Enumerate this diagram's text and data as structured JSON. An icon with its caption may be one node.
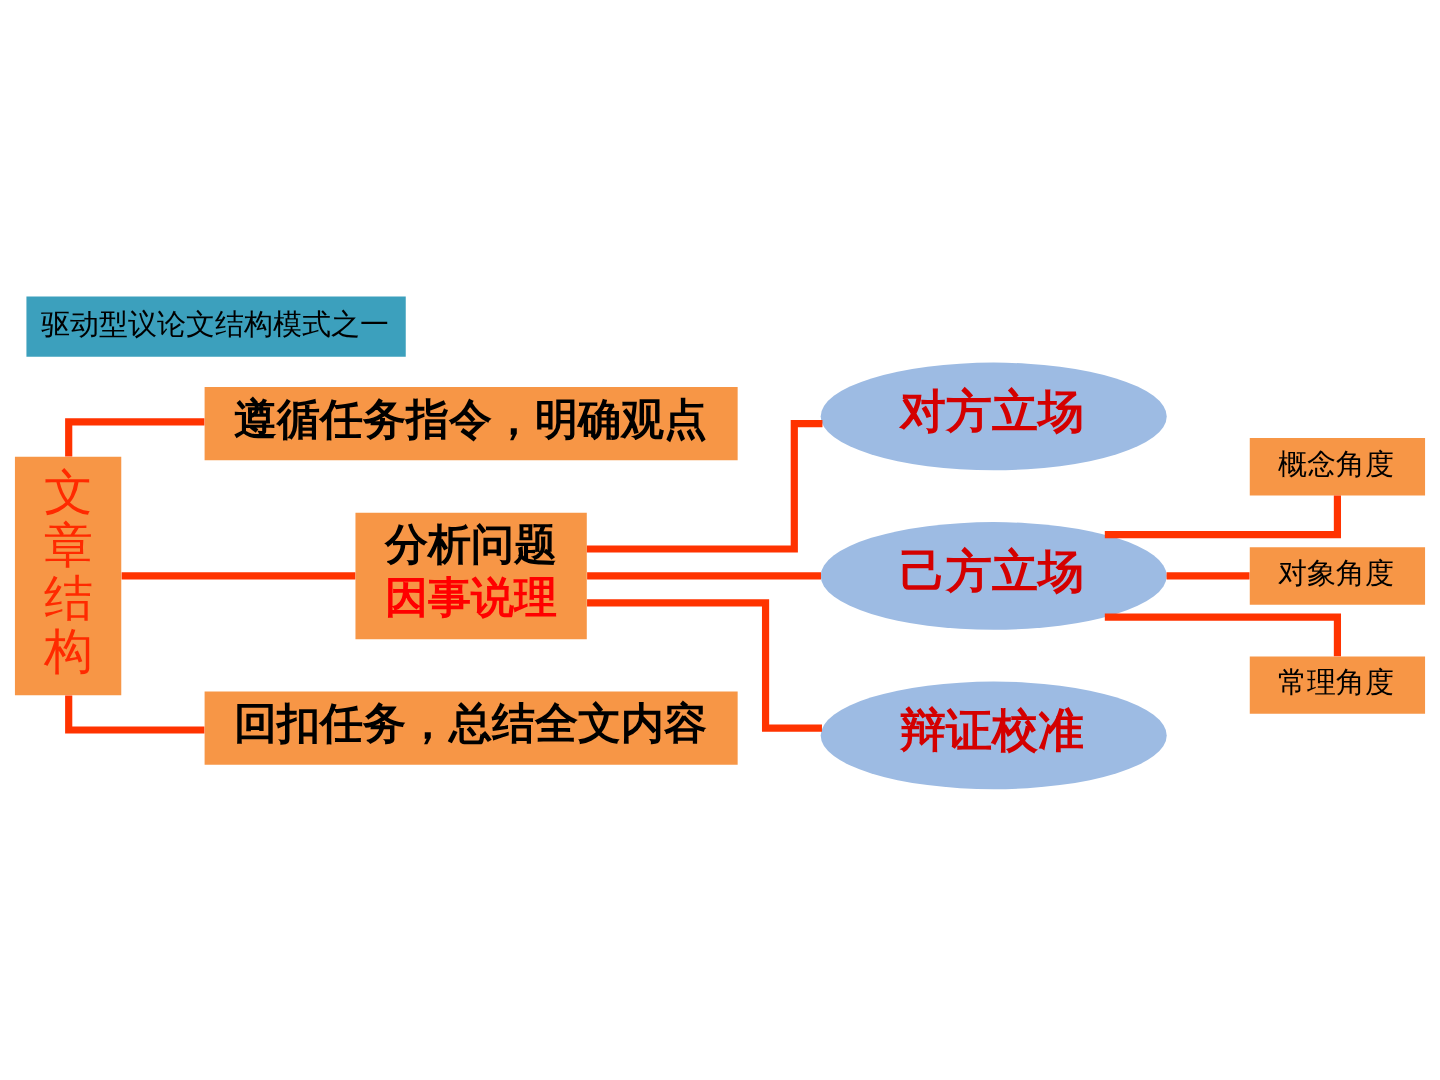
{
  "diagram": {
    "title": "驱动型议论文结构模式之一",
    "nodes": [
      {
        "text": [
          "文章结构"
        ]
      },
      {
        "text": [
          "遵循任务指令，明确观点"
        ]
      },
      {
        "text": [
          "分析问题",
          "因事说理"
        ]
      },
      {
        "text": [
          "回扣任务，总结全文内容"
        ]
      },
      {
        "text": [
          "对方立场"
        ]
      },
      {
        "text": [
          "己方立场"
        ]
      },
      {
        "text": [
          "辩证校准"
        ]
      },
      {
        "text": [
          "概念角度"
        ]
      },
      {
        "text": [
          "对象角度"
        ]
      },
      {
        "text": [
          "常理角度"
        ]
      }
    ],
    "edges": [
      {
        "from": 0,
        "to": 1,
        "arrow": "none"
      },
      {
        "from": 0,
        "to": 2,
        "arrow": "none"
      },
      {
        "from": 0,
        "to": 3,
        "arrow": "none"
      },
      {
        "from": 2,
        "to": 4,
        "arrow": "none"
      },
      {
        "from": 2,
        "to": 5,
        "arrow": "none"
      },
      {
        "from": 2,
        "to": 6,
        "arrow": "none"
      },
      {
        "from": 5,
        "to": 7,
        "arrow": "none"
      },
      {
        "from": 5,
        "to": 8,
        "arrow": "none"
      },
      {
        "from": 5,
        "to": 9,
        "arrow": "none"
      }
    ]
  }
}
